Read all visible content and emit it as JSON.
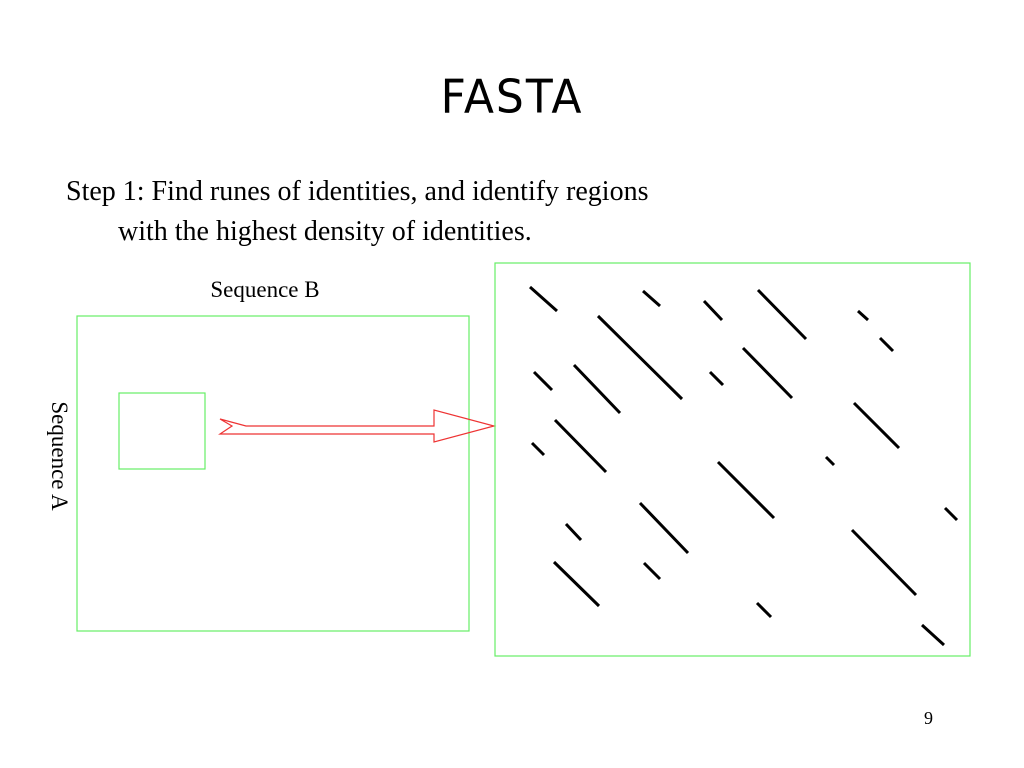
{
  "slide": {
    "title": "FASTA",
    "step_line1": "Step 1: Find runes of identities, and identify regions",
    "step_line2": "with the highest density of identities.",
    "page_number": "9"
  },
  "diagram": {
    "sequence_b_label": "Sequence B",
    "sequence_a_label": "Sequence A",
    "colors": {
      "box": "#66ee66",
      "arrow": "#ee3333",
      "diagonal": "#000000"
    }
  }
}
